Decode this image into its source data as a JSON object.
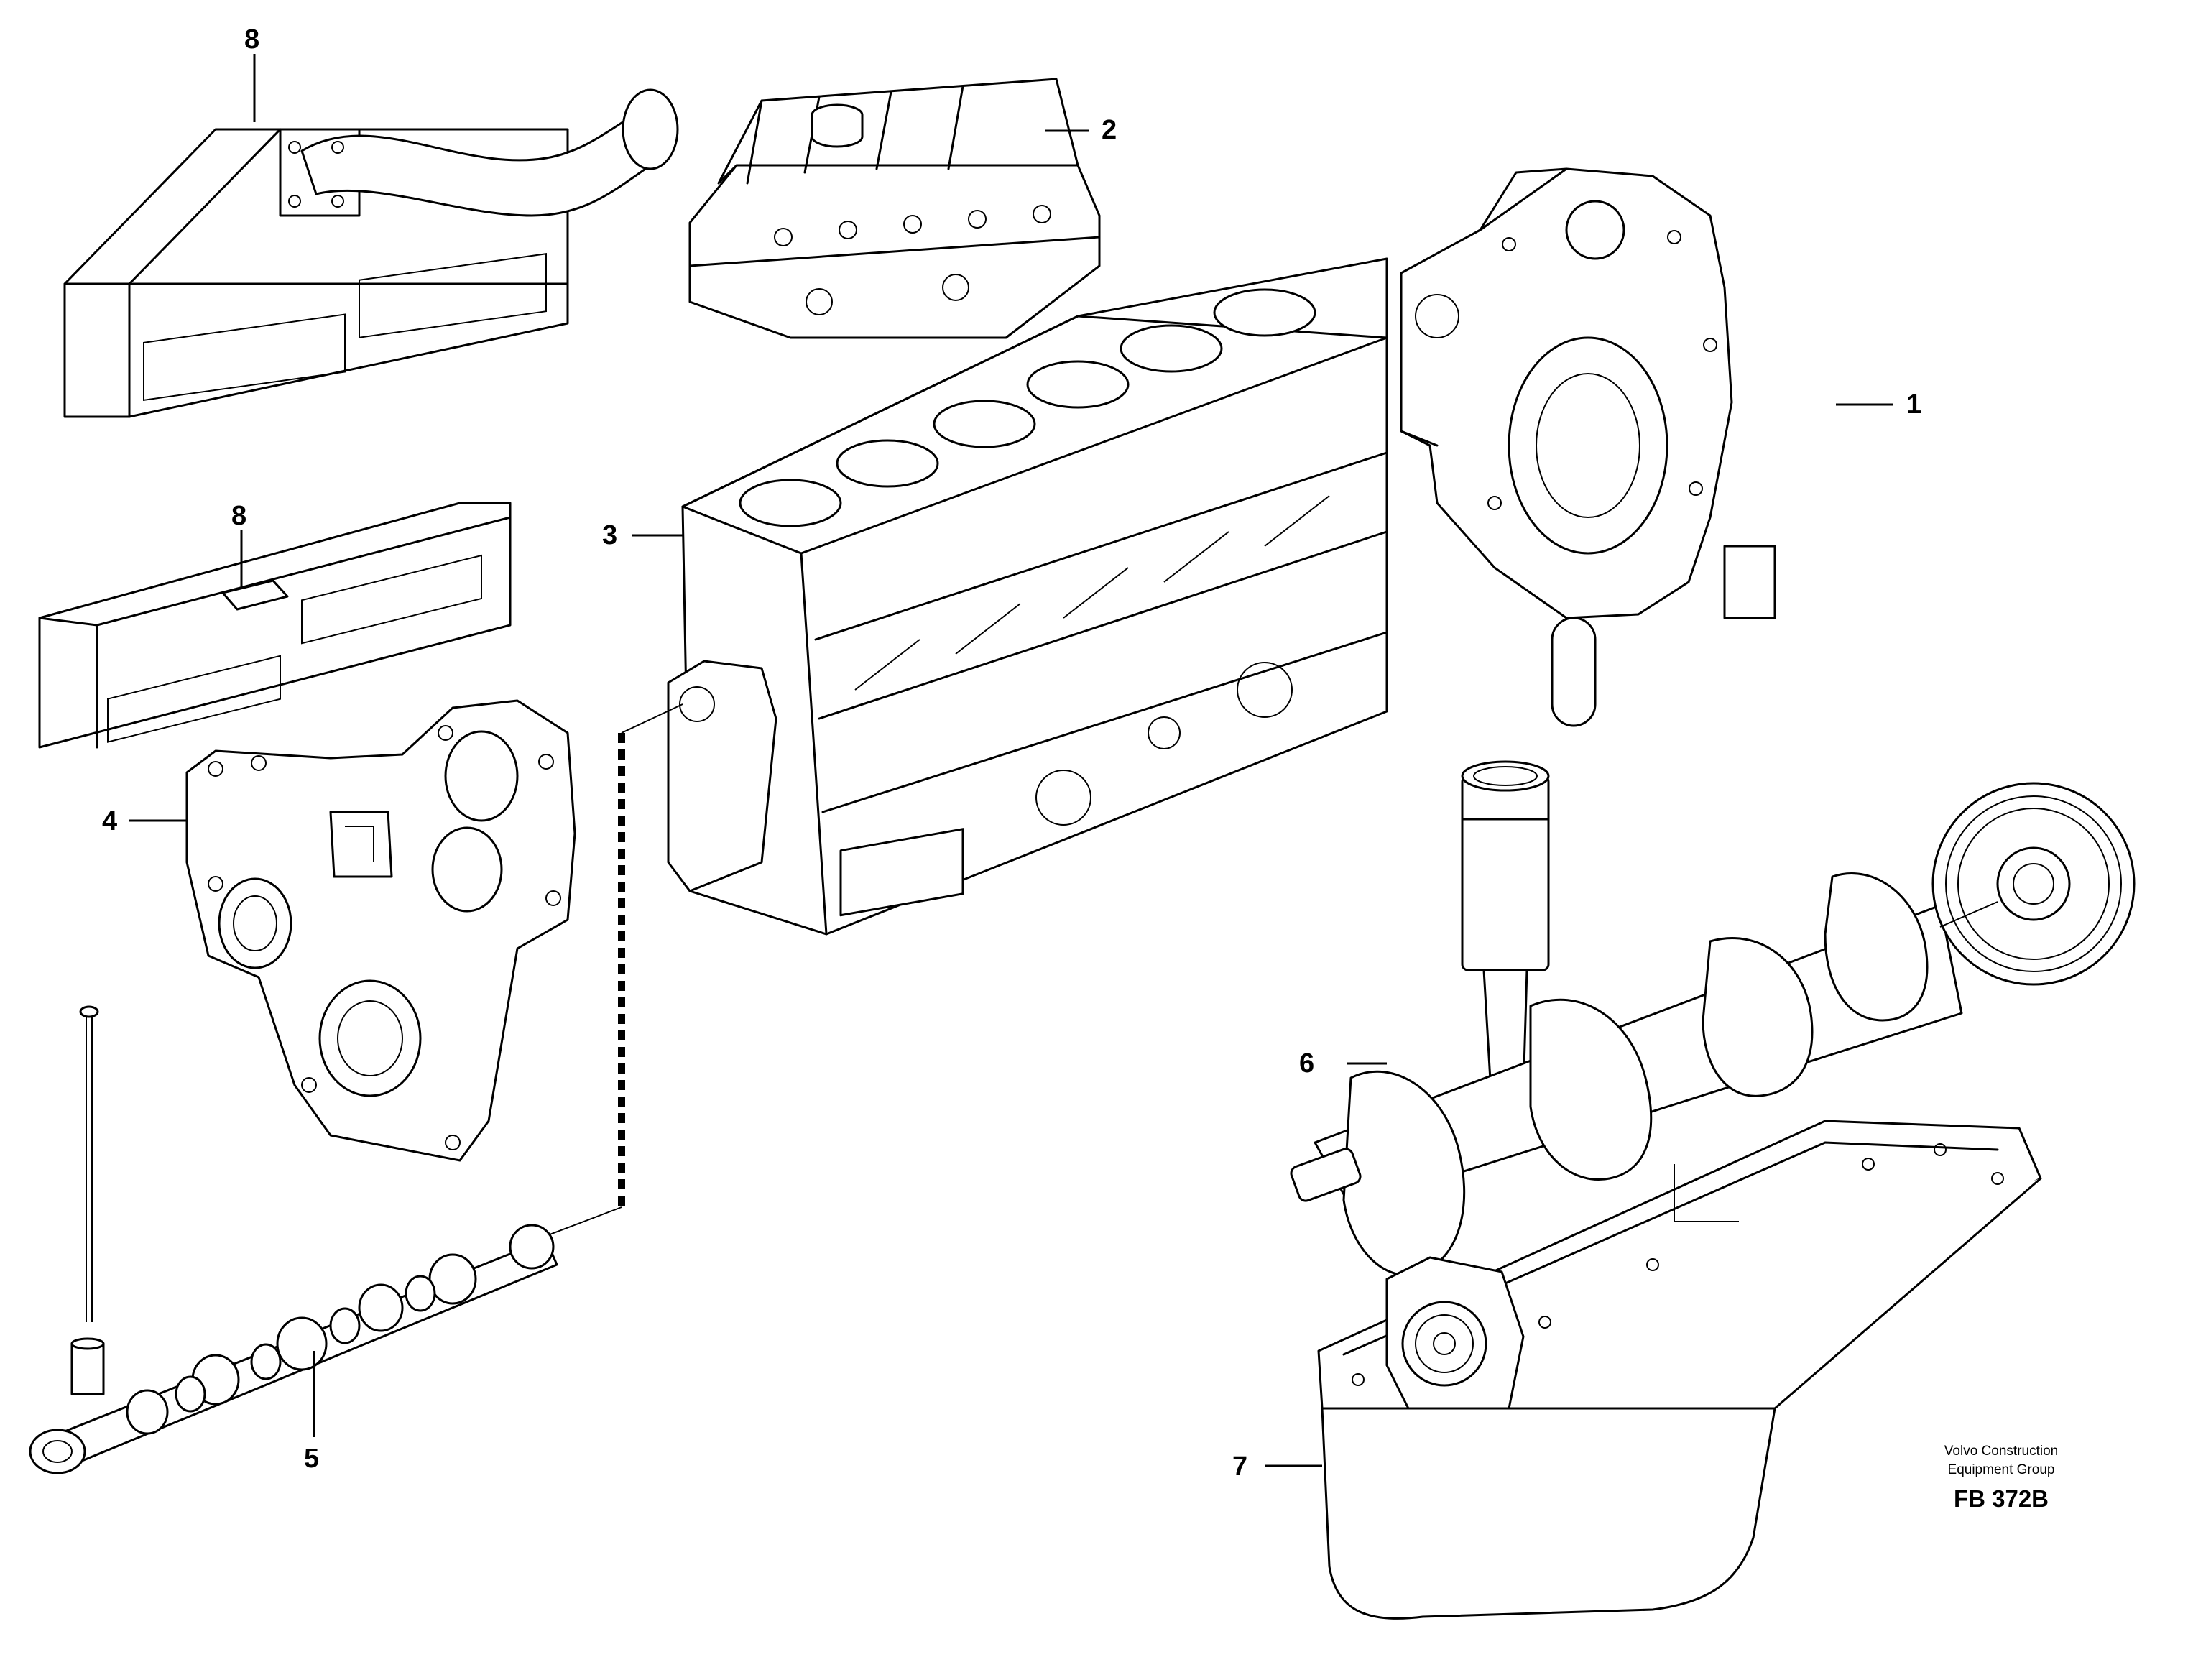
{
  "callouts": [
    {
      "id": "1",
      "label": "1"
    },
    {
      "id": "2",
      "label": "2"
    },
    {
      "id": "3",
      "label": "3"
    },
    {
      "id": "4",
      "label": "4"
    },
    {
      "id": "5",
      "label": "5"
    },
    {
      "id": "6",
      "label": "6"
    },
    {
      "id": "7",
      "label": "7"
    },
    {
      "id": "8a",
      "label": "8"
    },
    {
      "id": "8b",
      "label": "8"
    }
  ],
  "credit": {
    "line1": "Volvo Construction",
    "line2": "Equipment Group",
    "code": "FB 372B"
  }
}
